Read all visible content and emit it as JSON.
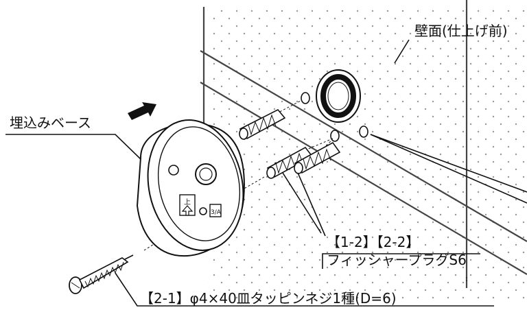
{
  "labels": {
    "wall_surface": "壁面(仕上げ前)",
    "embedded_base": "埋込みベース",
    "plug_ref": "【1-2】【2-2】",
    "plug_name": "フィッシャープラグS6",
    "screw": "【2-1】φ4×40皿タッピンネジ1種(D=6)"
  },
  "base_markings": {
    "up_arrow_text": "上",
    "side_text": "3/A"
  },
  "colors": {
    "ink": "#111111",
    "wall_dots": "#8a8a8a",
    "background": "#ffffff"
  }
}
